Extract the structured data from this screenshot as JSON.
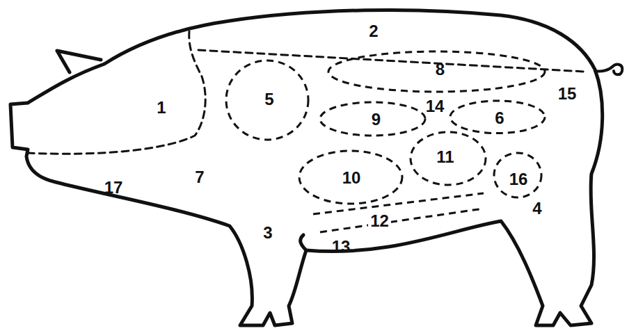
{
  "diagram": {
    "nodes": [
      {
        "text": [
          "8"
        ]
      },
      {
        "text": [
          "5"
        ]
      },
      {
        "text": [
          "9"
        ]
      },
      {
        "text": [
          "6"
        ]
      },
      {
        "text": [
          "11"
        ]
      },
      {
        "text": [
          "10"
        ]
      },
      {
        "text": [
          "16"
        ]
      },
      {
        "text": [
          "12"
        ]
      }
    ],
    "labels": [
      "2",
      "1",
      "15",
      "14",
      "7",
      "17",
      "3",
      "4",
      "13"
    ]
  }
}
